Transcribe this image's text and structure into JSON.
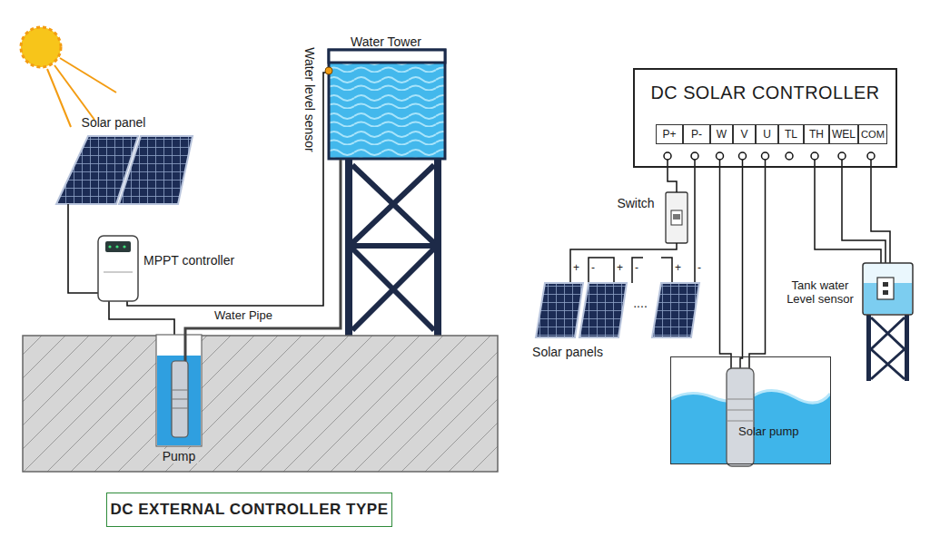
{
  "diagram": {
    "nodes": [
      {
        "text": [
          "DC SOLAR CONTROLLER"
        ]
      },
      {
        "text": [
          "P+"
        ],
        "in": 0
      },
      {
        "text": [
          "P-"
        ],
        "in": 0
      },
      {
        "text": [
          "W"
        ],
        "in": 0
      },
      {
        "text": [
          "V"
        ],
        "in": 0
      },
      {
        "text": [
          "U"
        ],
        "in": 0
      },
      {
        "text": [
          "TL"
        ],
        "in": 0
      },
      {
        "text": [
          "TH"
        ],
        "in": 0
      },
      {
        "text": [
          "WEL"
        ],
        "in": 0
      },
      {
        "text": [
          "COM"
        ],
        "in": 0
      },
      {
        "text": [
          "Solar pump"
        ]
      },
      {
        "text": [
          "DC EXTERNAL CONTROLLER TYPE"
        ]
      }
    ],
    "labels": [
      "Solar panel",
      "MPPT controller",
      "Water Tower",
      "Water level sensor",
      "Water Pipe",
      "Pump",
      "Switch",
      "+",
      "-",
      "+",
      "-",
      "+",
      "-",
      "....",
      "Solar panels",
      "Tank water Level sensor"
    ]
  }
}
